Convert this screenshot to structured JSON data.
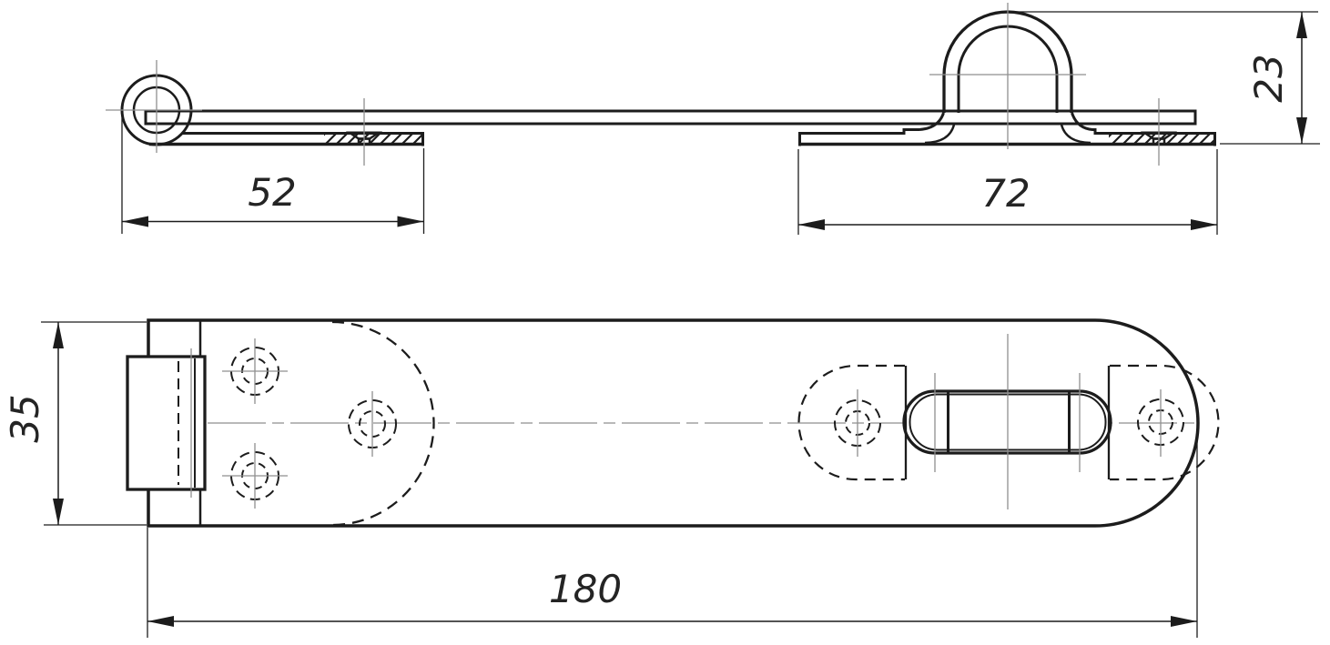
{
  "drawing": {
    "dimensions": {
      "left_leaf_length": "52",
      "staple_plate_length": "72",
      "loop_height": "23",
      "plate_width": "35",
      "overall_length": "180"
    },
    "colors": {
      "line": "#1c1c1c",
      "centerline": "#8f8f8f",
      "text": "#242424",
      "bg": "#ffffff"
    }
  }
}
